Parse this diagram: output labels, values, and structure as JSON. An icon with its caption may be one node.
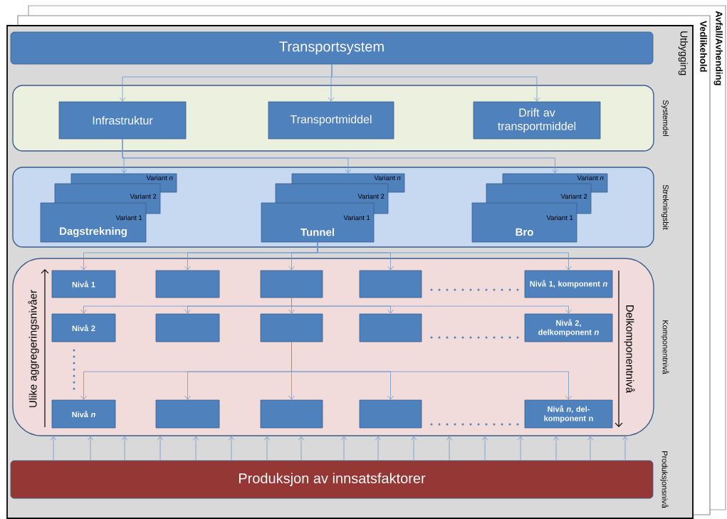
{
  "diagram": {
    "nodes": [
      {
        "text": [
          "Utbygging"
        ]
      },
      {
        "text": [
          "Transportsystem"
        ],
        "in": 0
      },
      {
        "text": [],
        "shape": "box",
        "beside": [
          "Systemdel"
        ],
        "in": 0
      },
      {
        "text": [
          "Infrastruktur"
        ],
        "in": 2
      },
      {
        "text": [
          "Transportmiddel"
        ],
        "in": 2
      },
      {
        "text": [
          "Drift av transportmiddel"
        ],
        "in": 2
      },
      {
        "text": [],
        "shape": "box",
        "beside": [
          "Strekningsbit"
        ],
        "in": 0
      },
      {
        "text": [
          "Variant *n*"
        ],
        "in": 6
      },
      {
        "text": [
          "Variant 2"
        ],
        "in": 6
      },
      {
        "text": [
          "Variant 1",
          "Dagstrekning"
        ],
        "in": 6
      },
      {
        "text": [
          "Variant *n*"
        ],
        "in": 6
      },
      {
        "text": [
          "Variant 2"
        ],
        "in": 6
      },
      {
        "text": [
          "Variant 1",
          "Tunnel"
        ],
        "in": 6
      },
      {
        "text": [
          "Variant *n*"
        ],
        "in": 6
      },
      {
        "text": [
          "Variant 2"
        ],
        "in": 6
      },
      {
        "text": [
          "Variant 1",
          "Bro"
        ],
        "in": 6
      },
      {
        "text": [],
        "shape": "box",
        "beside": [
          "Komponentnivå"
        ],
        "in": 0
      },
      {
        "text": [
          "Nivå 1"
        ],
        "in": 16
      },
      {
        "text": [],
        "shape": "box",
        "in": 16
      },
      {
        "text": [],
        "shape": "box",
        "in": 16
      },
      {
        "text": [],
        "shape": "box",
        "in": 16
      },
      {
        "text": [
          "Nivå 1, komponent *n*"
        ],
        "in": 16
      },
      {
        "text": [
          "Nivå 2"
        ],
        "in": 16
      },
      {
        "text": [],
        "shape": "box",
        "in": 16
      },
      {
        "text": [],
        "shape": "box",
        "in": 16
      },
      {
        "text": [],
        "shape": "box",
        "in": 16
      },
      {
        "text": [
          "Nivå 2, delkomponent *n*"
        ],
        "in": 16
      },
      {
        "text": [
          "Nivå *n*"
        ],
        "in": 16
      },
      {
        "text": [],
        "shape": "box",
        "in": 16
      },
      {
        "text": [],
        "shape": "box",
        "in": 16
      },
      {
        "text": [],
        "shape": "box",
        "in": 16
      },
      {
        "text": [
          "Nivå *n*, del-komponent n"
        ],
        "in": 16
      },
      {
        "text": [
          "Produksjon av innsatsfaktorer"
        ],
        "beside": [
          "Produksjonsnivå"
        ],
        "in": 0
      }
    ],
    "edges": [
      {
        "from": 1,
        "to": 3,
        "arrow": "to"
      },
      {
        "from": 1,
        "to": 4,
        "arrow": "to"
      },
      {
        "from": 1,
        "to": 5,
        "arrow": "to"
      },
      {
        "from": 3,
        "to": 7,
        "arrow": "to"
      },
      {
        "from": 3,
        "to": 10,
        "arrow": "to"
      },
      {
        "from": 3,
        "to": 13,
        "arrow": "to"
      },
      {
        "from": 12,
        "to": 17,
        "arrow": "to"
      },
      {
        "from": 12,
        "to": 18,
        "arrow": "to"
      },
      {
        "from": 12,
        "to": 19,
        "arrow": "to"
      },
      {
        "from": 12,
        "to": 20,
        "arrow": "to"
      },
      {
        "from": 12,
        "to": 21,
        "arrow": "to"
      },
      {
        "from": 19,
        "to": 22,
        "arrow": "to"
      },
      {
        "from": 19,
        "to": 23,
        "arrow": "to"
      },
      {
        "from": 19,
        "to": 24,
        "arrow": "to"
      },
      {
        "from": 19,
        "to": 25,
        "arrow": "to"
      },
      {
        "from": 19,
        "to": 26,
        "arrow": "to"
      },
      {
        "from": 24,
        "to": 27,
        "arrow": "to"
      },
      {
        "from": 24,
        "to": 28,
        "arrow": "to"
      },
      {
        "from": 24,
        "to": 29,
        "arrow": "to"
      },
      {
        "from": 24,
        "to": 30,
        "arrow": "to"
      },
      {
        "from": 24,
        "to": 31,
        "arrow": "to"
      },
      {
        "from": 32,
        "to": 16,
        "arrow": "to"
      },
      {
        "from": 32,
        "to": 16,
        "arrow": "to"
      },
      {
        "from": 32,
        "to": 16,
        "arrow": "to"
      },
      {
        "from": 32,
        "to": 16,
        "arrow": "to"
      },
      {
        "from": 32,
        "to": 16,
        "arrow": "to"
      },
      {
        "from": 32,
        "to": 16,
        "arrow": "to"
      },
      {
        "from": 32,
        "to": 16,
        "arrow": "to"
      },
      {
        "from": 32,
        "to": 16,
        "arrow": "to"
      },
      {
        "from": 32,
        "to": 16,
        "arrow": "to"
      },
      {
        "from": 32,
        "to": 16,
        "arrow": "to"
      },
      {
        "from": 32,
        "to": 16,
        "arrow": "to"
      },
      {
        "from": 32,
        "to": 16,
        "arrow": "to"
      },
      {
        "from": 32,
        "to": 16,
        "arrow": "to"
      },
      {
        "from": 32,
        "to": 16,
        "arrow": "to"
      },
      {
        "from": 32,
        "to": 16,
        "arrow": "to"
      },
      {
        "from": 32,
        "to": 16,
        "arrow": "to"
      },
      {
        "from": 32,
        "to": 16,
        "arrow": "to"
      }
    ],
    "labels": [
      "Avfall/Avhending",
      "Vedlikehold",
      "Ulike aggregeringsnivåer",
      "Delkomponentnivå"
    ]
  }
}
